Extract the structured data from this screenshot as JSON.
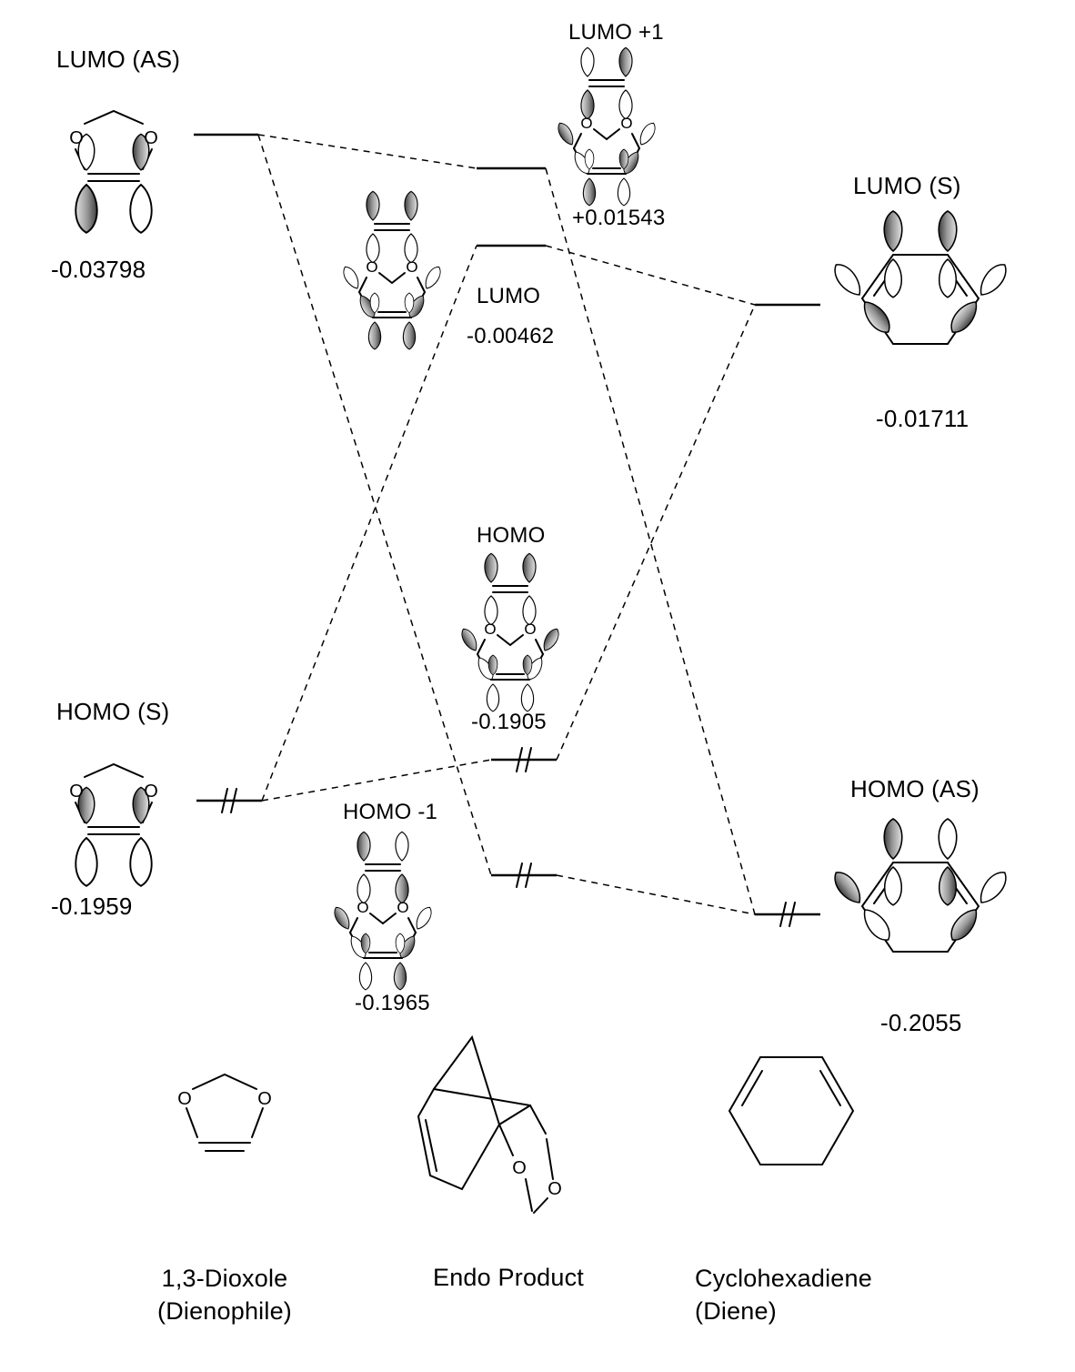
{
  "figure": {
    "atom_label": "O",
    "dienophile": {
      "name": "1,3-Dioxole",
      "role": "(Dienophile)",
      "lumo": {
        "label": "LUMO (AS)",
        "energy": "-0.03798"
      },
      "homo": {
        "label": "HOMO (S)",
        "energy": "-0.1959"
      }
    },
    "product": {
      "name": "Endo Product",
      "lumo_plus_1": {
        "label": "LUMO +1",
        "energy": "+0.01543"
      },
      "lumo": {
        "label": "LUMO",
        "energy": "-0.00462"
      },
      "homo": {
        "label": "HOMO",
        "energy": "-0.1905"
      },
      "homo_minus_1": {
        "label": "HOMO -1",
        "energy": "-0.1965"
      }
    },
    "diene": {
      "name": "Cyclohexadiene",
      "role": "(Diene)",
      "lumo": {
        "label": "LUMO (S)",
        "energy": "-0.01711"
      },
      "homo": {
        "label": "HOMO (AS)",
        "energy": "-0.2055"
      }
    }
  }
}
